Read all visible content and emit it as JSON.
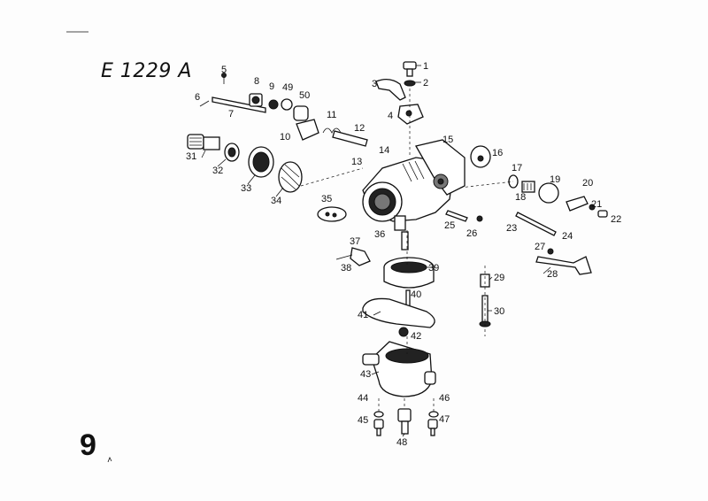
{
  "title": "E 1229 A",
  "page_number": "9",
  "callouts": [
    "1",
    "2",
    "3",
    "4",
    "5",
    "6",
    "7",
    "8",
    "9",
    "10",
    "11",
    "12",
    "13",
    "14",
    "15",
    "16",
    "17",
    "18",
    "19",
    "20",
    "21",
    "22",
    "23",
    "24",
    "25",
    "26",
    "27",
    "28",
    "29",
    "30",
    "31",
    "32",
    "33",
    "34",
    "35",
    "36",
    "37",
    "38",
    "39",
    "40",
    "41",
    "42",
    "43",
    "44",
    "45",
    "46",
    "47",
    "48",
    "49",
    "50"
  ]
}
